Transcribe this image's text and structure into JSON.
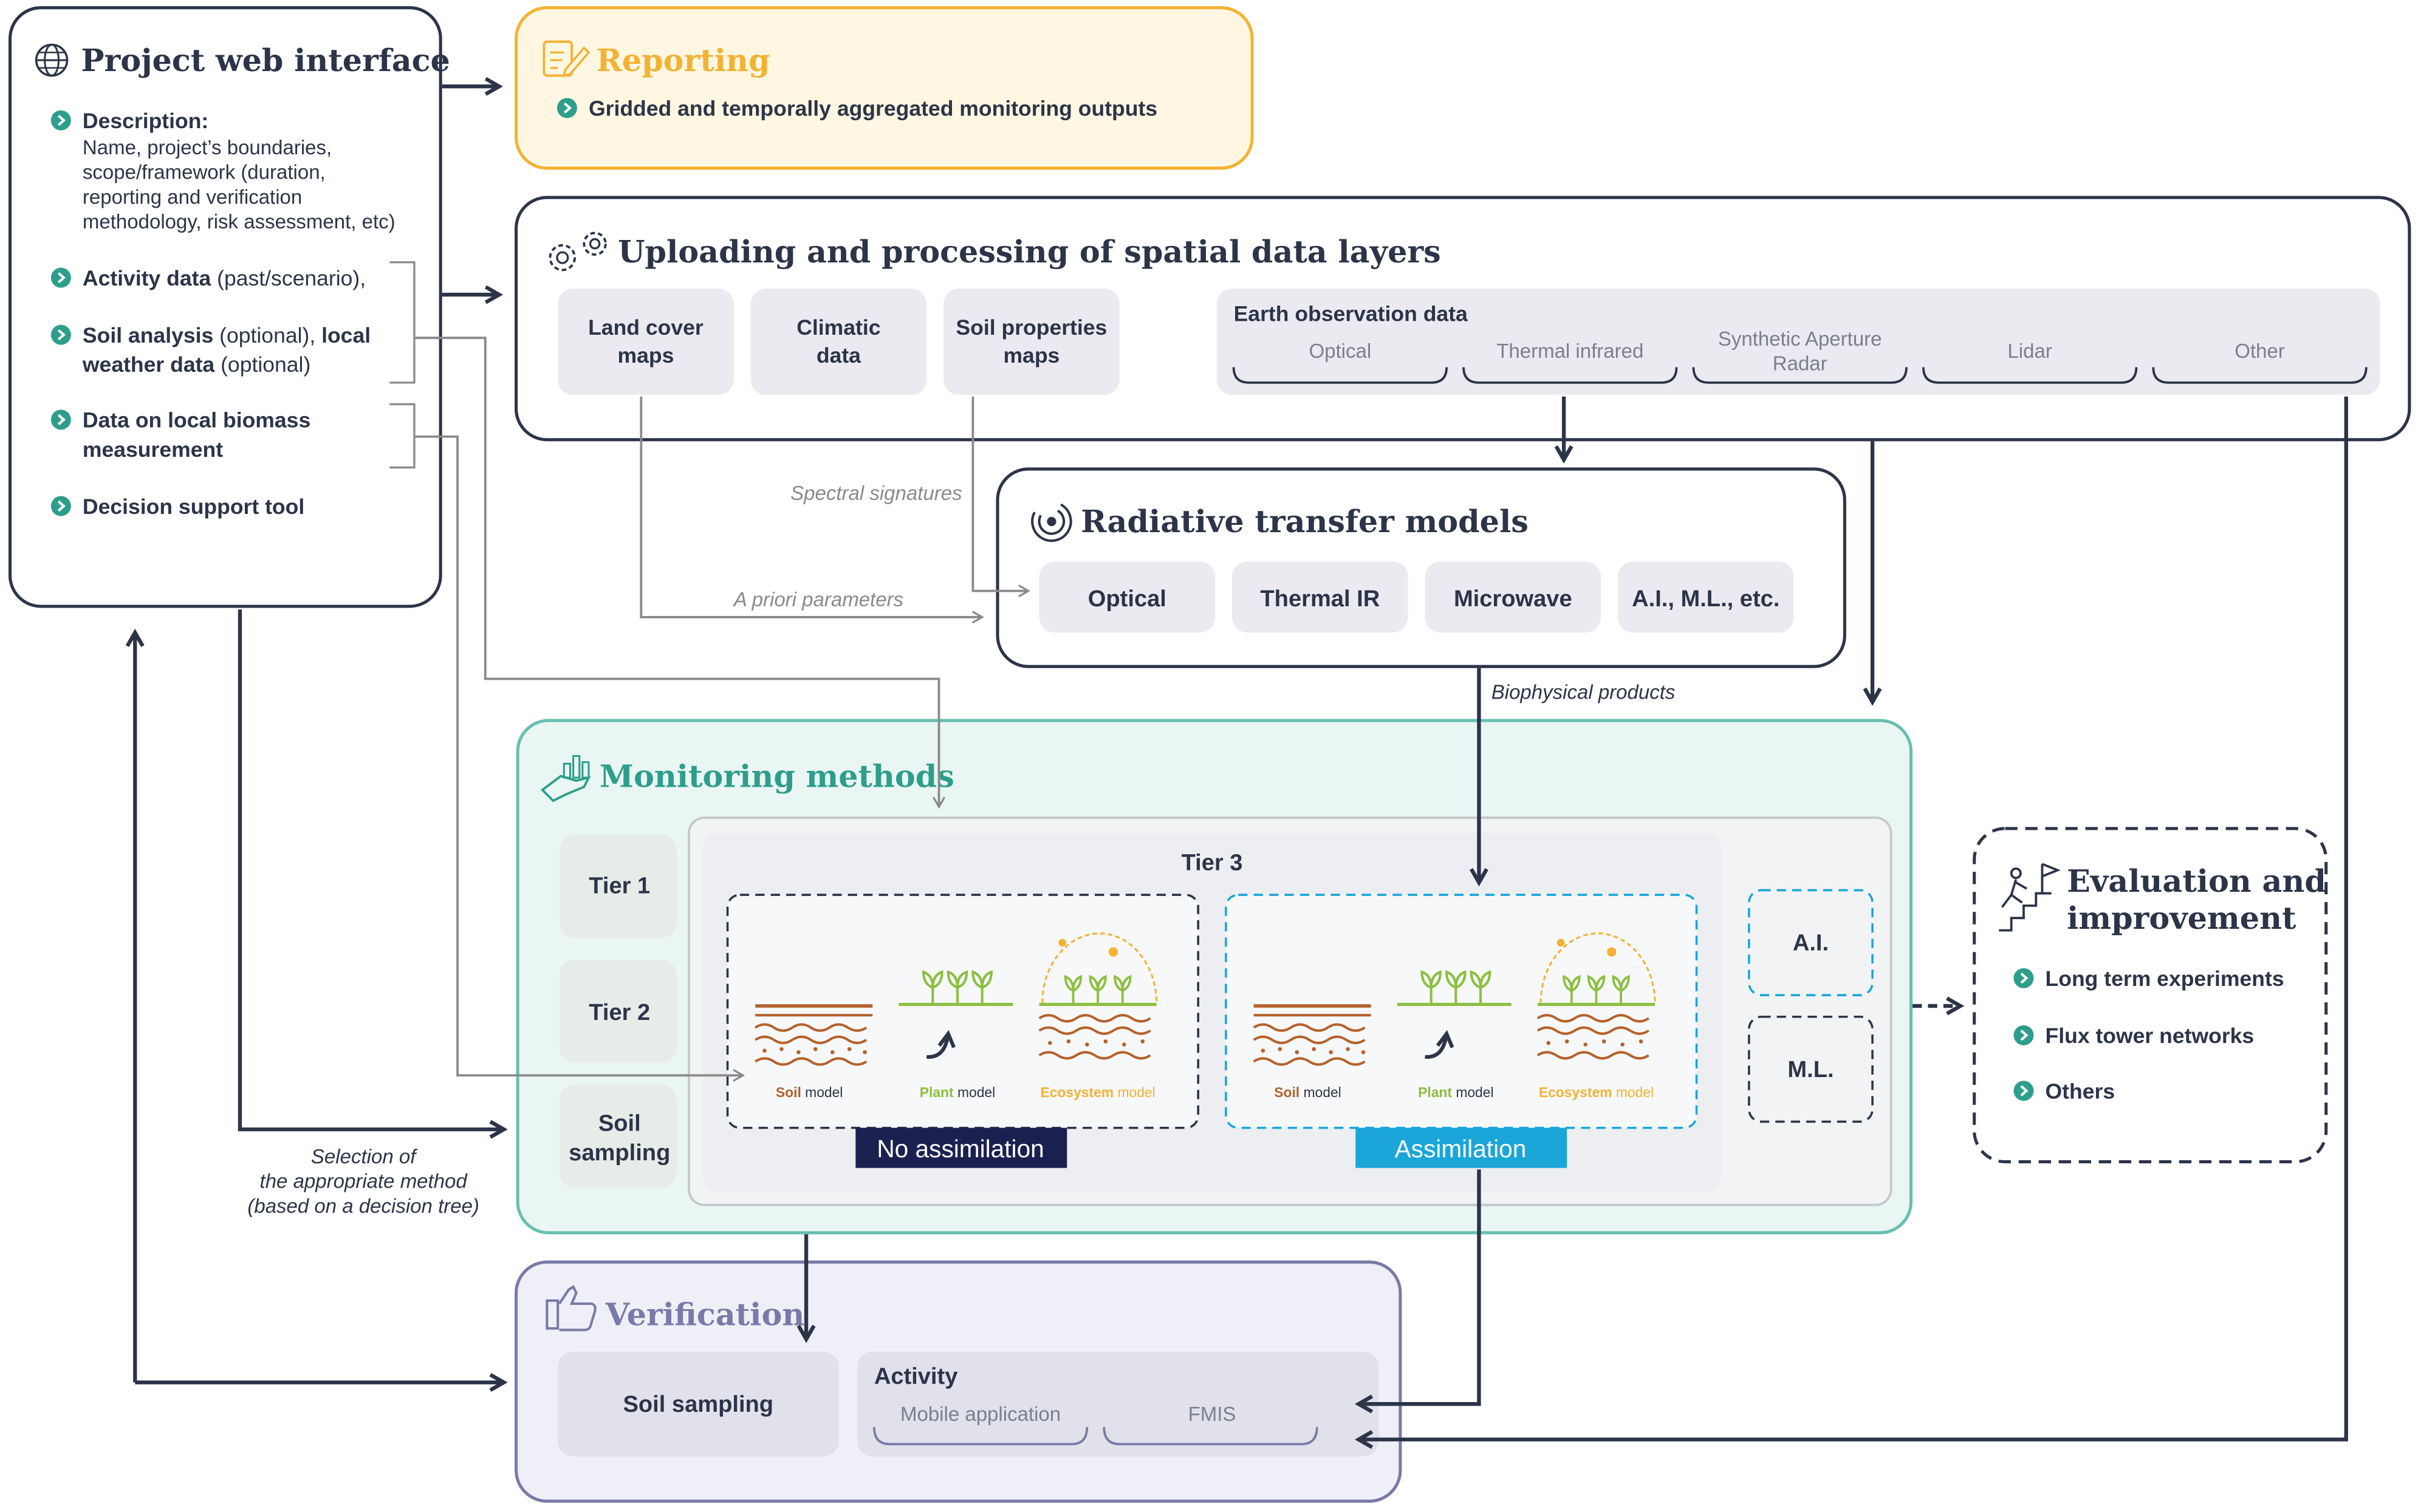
{
  "colors": {
    "navy": "#2c3448",
    "teal": "#2e9e8c",
    "teal_bg": "#eaf6f3",
    "teal_border": "#68bfb0",
    "gold": "#f2b233",
    "gold_bg": "#fff7e1",
    "purple": "#7a7aa8",
    "purple_bg": "#efeff7",
    "tile": "#eaeaf0",
    "dark_box": "#1a2151",
    "blue_box": "#1aa6d8",
    "soil": "#b4622c",
    "plant": "#8cbf3f",
    "eco": "#f2b233",
    "gray_line": "#8a8a8a"
  },
  "project": {
    "title": "Project web interface",
    "description_label": "Description:",
    "description_lines": [
      "Name, project’s boundaries,",
      "scope/framework (duration,",
      "reporting and verification",
      "methodology, risk assessment, etc)"
    ],
    "activity_bold": "Activity data",
    "activity_rest": " (past/scenario),",
    "soil_bold": "Soil analysis",
    "soil_rest": " (optional), ",
    "local_bold": "local",
    "weather_bold": "weather data",
    "weather_rest": " (optional)",
    "biomass_line1": "Data on local biomass",
    "biomass_line2": "measurement",
    "decision": "Decision support tool"
  },
  "reporting": {
    "title": "Reporting",
    "item": "Gridded and temporally aggregated monitoring outputs"
  },
  "uploading": {
    "title": "Uploading and processing of spatial data layers",
    "tile_land_1": "Land cover",
    "tile_land_2": "maps",
    "tile_clim_1": "Climatic",
    "tile_clim_2": "data",
    "tile_soil_1": "Soil properties",
    "tile_soil_2": "maps",
    "eo_title": "Earth observation data",
    "eo_optical": "Optical",
    "eo_thermal": "Thermal infrared",
    "eo_sar_1": "Synthetic Aperture",
    "eo_sar_2": "Radar",
    "eo_lidar": "Lidar",
    "eo_other": "Other"
  },
  "rtm": {
    "title": "Radiative transfer models",
    "optical": "Optical",
    "thermal": "Thermal IR",
    "microwave": "Microwave",
    "ai": "A.I., M.L., etc."
  },
  "labels": {
    "spectral": "Spectral signatures",
    "apriori": "A priori parameters",
    "biophysical": "Biophysical products",
    "selection_1": "Selection of",
    "selection_2": "the appropriate method",
    "selection_3": "(based on a decision tree)"
  },
  "monitoring": {
    "title": "Monitoring methods",
    "tier1": "Tier 1",
    "tier2": "Tier 2",
    "soil_sampling_1": "Soil",
    "soil_sampling_2": "sampling",
    "tier3": "Tier 3",
    "soil_word": "Soil",
    "plant_word": "Plant",
    "eco_word": "Ecosystem",
    "model_word": "model",
    "no_assim": "No assimilation",
    "assim": "Assimilation",
    "ai": "A.I.",
    "ml": "M.L."
  },
  "evaluation": {
    "title_1": "Evaluation and",
    "title_2": "improvement",
    "item1": "Long term experiments",
    "item2": "Flux tower networks",
    "item3": "Others"
  },
  "verification": {
    "title": "Verification",
    "soil_sampling": "Soil sampling",
    "activity": "Activity",
    "mobile": "Mobile application",
    "fmis": "FMIS"
  }
}
